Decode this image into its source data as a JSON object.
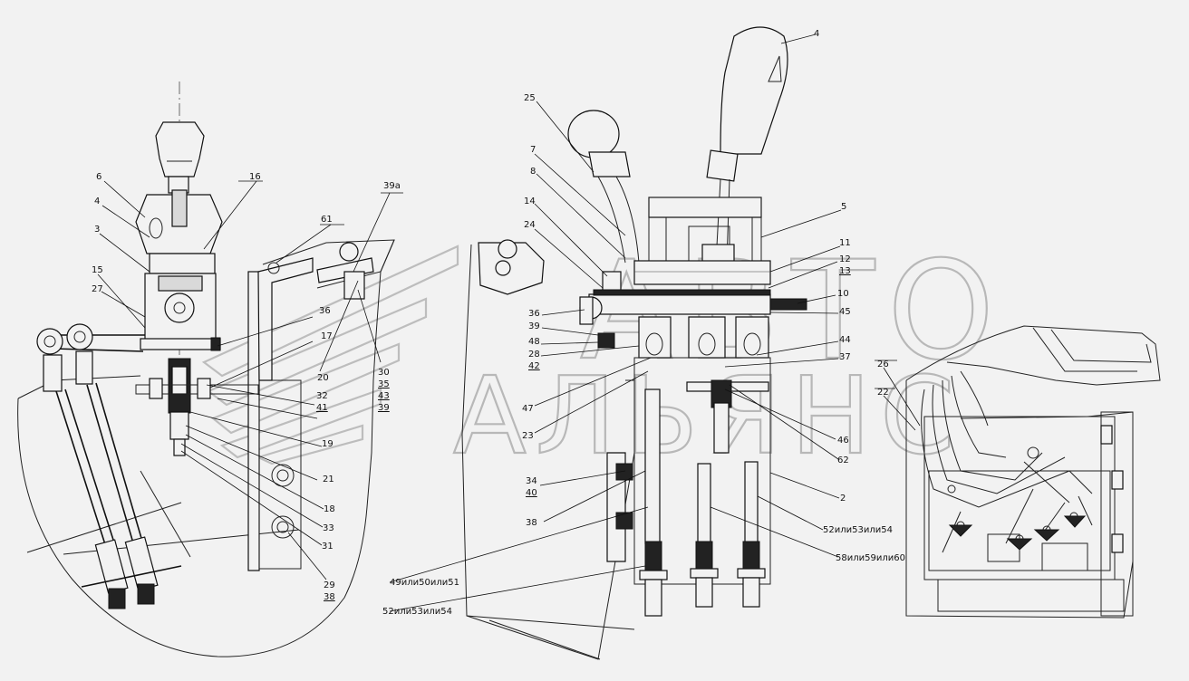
{
  "watermark": {
    "line1": "АВТО",
    "line2": "АЛЬЯНС"
  },
  "labels": {
    "left": [
      "6",
      "4",
      "3",
      "16",
      "15",
      "27",
      "61",
      "39а",
      "36",
      "17",
      "20",
      "30",
      "35",
      "43",
      "39",
      "32",
      "41",
      "19",
      "21",
      "18",
      "33",
      "31",
      "29",
      "38"
    ],
    "center": [
      "25",
      "7",
      "8",
      "14",
      "24",
      "4",
      "5",
      "11",
      "12",
      "13",
      "10",
      "45",
      "36",
      "39",
      "48",
      "28",
      "42",
      "44",
      "37",
      "47",
      "23",
      "46",
      "62",
      "2",
      "34",
      "40",
      "38",
      "52или53или54",
      "58или59или60",
      "49или50или51",
      "52или53или54"
    ],
    "right": [
      "26",
      "22"
    ]
  }
}
